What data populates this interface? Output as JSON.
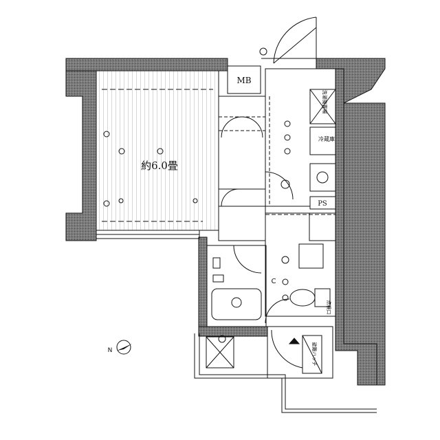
{
  "labels": {
    "room": "約6.0畳",
    "mb": "MB",
    "ps": "PS",
    "washer": "洗濯機置場",
    "fridge": "冷蔵庫",
    "inspection": "点検口",
    "hatch": "避難ハッチ",
    "closet_c": "C",
    "compass_n": "N"
  },
  "colors": {
    "wall": "#6e6e6e",
    "line": "#111111",
    "floor_hatch": "#9a9a9a"
  }
}
